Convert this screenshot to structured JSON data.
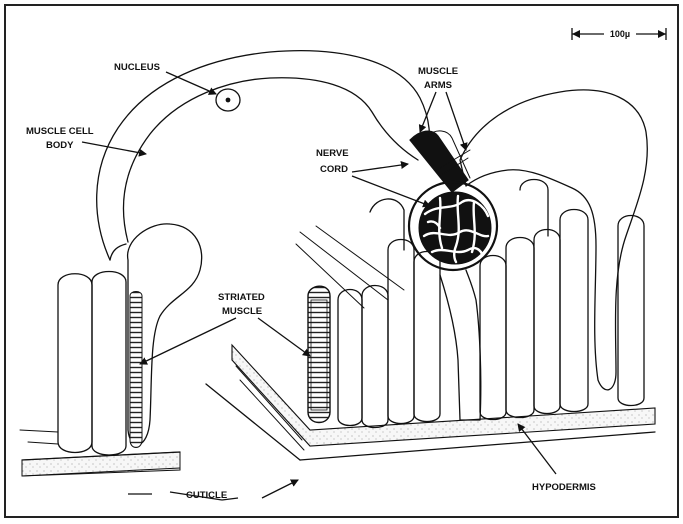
{
  "labels": {
    "scale_bar": "100µ",
    "nucleus": "NUCLEUS",
    "muscle_cell_body_line1": "MUSCLE CELL",
    "muscle_cell_body_line2": "BODY",
    "muscle_arms_line1": "MUSCLE",
    "muscle_arms_line2": "ARMS",
    "nerve_cord_line1": "NERVE",
    "nerve_cord_line2": "CORD",
    "striated_muscle_line1": "STRIATED",
    "striated_muscle_line2": "MUSCLE",
    "cuticle": "CUTICLE",
    "hypodermis": "HYPODERMIS"
  }
}
